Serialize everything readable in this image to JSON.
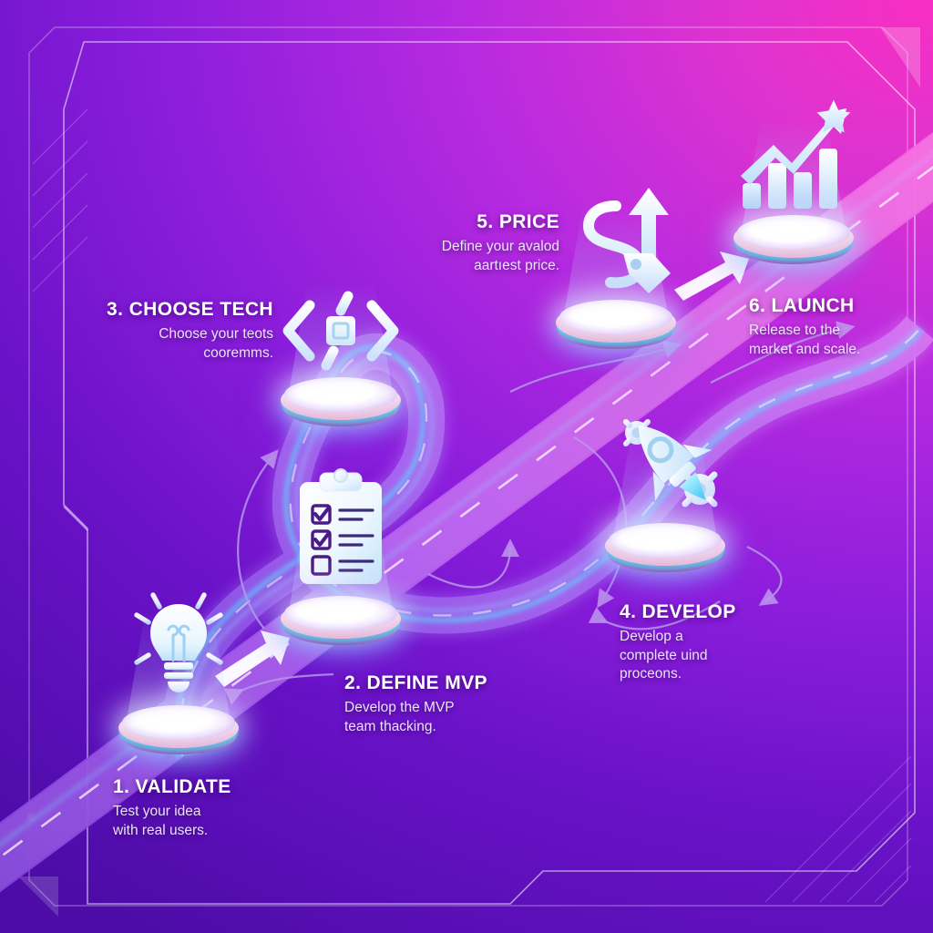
{
  "meta": {
    "kind": "startup-roadmap-infographic",
    "step_count": 6,
    "colors": {
      "bg_from": "#4d0ca8",
      "bg_to": "#f82ec2",
      "road_glow": "#5ce1ff",
      "pedestal_rim": "#efc8e6",
      "arrow_violet": "#b79ae8",
      "text": "#ffffff",
      "subtext": "#f2e9ff"
    }
  },
  "steps": [
    {
      "id": "validate",
      "number": "1.",
      "title": "1. VALIDATE",
      "subtitle_line1": "Test your idea",
      "subtitle_line2": "with real users.",
      "icon": "lightbulb-icon",
      "align": "left"
    },
    {
      "id": "define-mvp",
      "number": "2.",
      "title": "2. DEFINE MVP",
      "subtitle_line1": "Develop the MVP",
      "subtitle_line2": "team thacking.",
      "icon": "clipboard-checklist-icon",
      "align": "left"
    },
    {
      "id": "choose-tech",
      "number": "3.",
      "title": "3. CHOOSE TECH",
      "subtitle_line1": "Choose your teots",
      "subtitle_line2": "cooremms.",
      "icon": "code-brackets-chip-icon",
      "align": "right"
    },
    {
      "id": "develop",
      "number": "4.",
      "title": "4. DEVELOP",
      "subtitle_line1": "Develop a",
      "subtitle_line2": "complete uind",
      "subtitle_line3": "proceons.",
      "icon": "rocket-gears-icon",
      "align": "left"
    },
    {
      "id": "price",
      "number": "5.",
      "title": "5. PRICE",
      "subtitle_line1": "Define your avalod",
      "subtitle_line2": "aartıest price.",
      "icon": "dollar-tag-arrow-icon",
      "align": "right"
    },
    {
      "id": "launch",
      "number": "6.",
      "title": "6. LAUNCH",
      "subtitle_line1": "Release to the",
      "subtitle_line2": "market and scale.",
      "icon": "growth-chart-star-icon",
      "align": "left"
    }
  ]
}
